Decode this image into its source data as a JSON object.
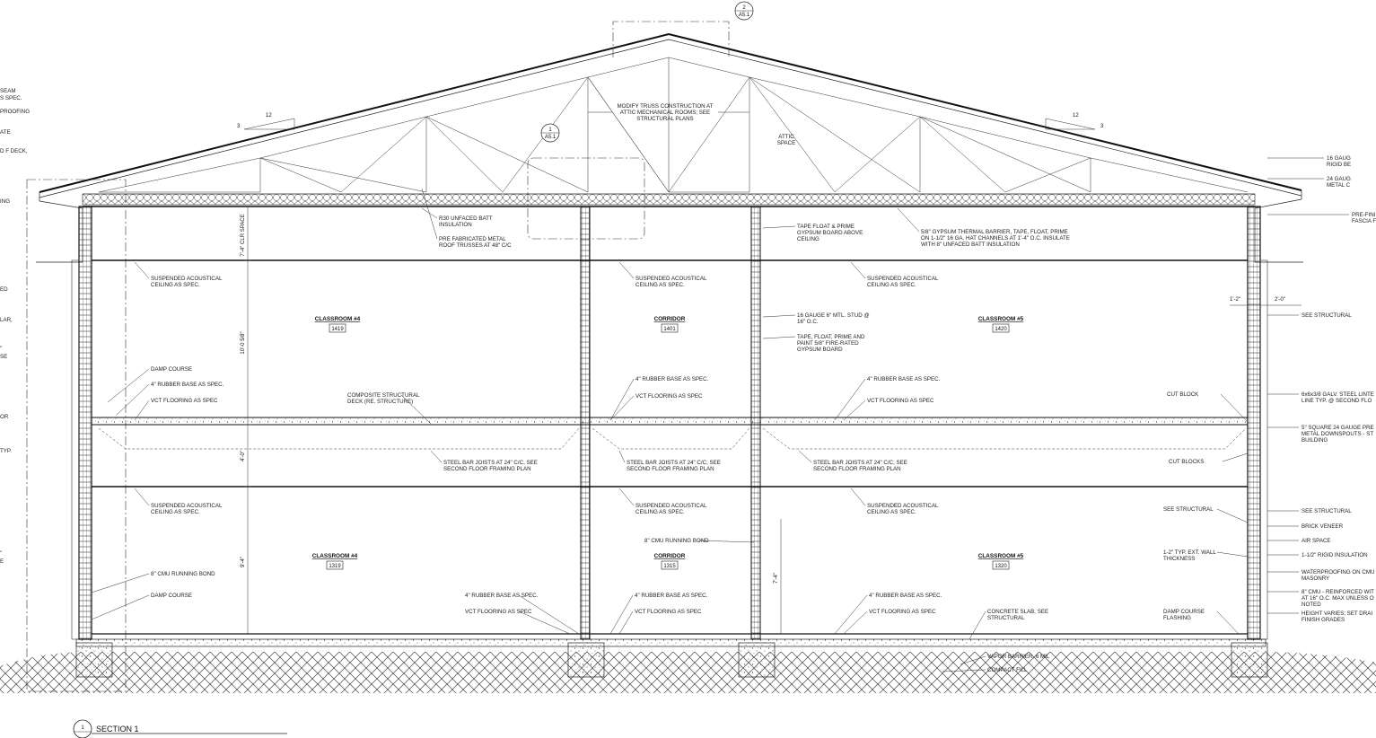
{
  "roof_slope": {
    "rise": "3",
    "run": "12"
  },
  "callouts": {
    "section_top": {
      "num": "2",
      "sheet": "A5.1"
    },
    "section_mid": {
      "num": "1",
      "sheet": "A5.1"
    }
  },
  "rooms": [
    {
      "name": "CLASSROOM #4",
      "number": "1419"
    },
    {
      "name": "CORRIDOR",
      "number": "1401"
    },
    {
      "name": "CLASSROOM #5",
      "number": "1420"
    },
    {
      "name": "CLASSROOM #4",
      "number": "1319"
    },
    {
      "name": "CORRIDOR",
      "number": "1315"
    },
    {
      "name": "CLASSROOM #5",
      "number": "1320"
    }
  ],
  "attic_label": [
    "ATTIC",
    "SPACE"
  ],
  "truss_note": [
    "MODIFY TRUSS CONSTRUCTION AT",
    "ATTIC MECHANICAL ROOMS; SEE",
    "STRUCTURAL PLANS"
  ],
  "notes": [
    [
      "R30 UNFACED BATT",
      "INSULATION"
    ],
    [
      "PRE FABRICATED METAL",
      "ROOF TRUSSES AT 48\" C/C"
    ],
    [
      "TAPE FLOAT & PRIME",
      "GYPSUM BOARD ABOVE",
      "CEILING"
    ],
    [
      "5/8\" GYPSUM THERMAL BARRIER, TAPE, FLOAT, PRIME",
      "ON 1-1/2\" 16 GA. HAT CHANNELS AT 1'-4\" O.C. INSULATE",
      "WITH 8\" UNFACED BATT INSULATION"
    ],
    [
      "SUSPENDED ACOUSTICAL",
      "CEILING AS SPEC."
    ],
    [
      "SUSPENDED ACOUSTICAL",
      "CEILING AS SPEC."
    ],
    [
      "SUSPENDED ACOUSTICAL",
      "CEILING AS SPEC."
    ],
    [
      "16 GAUGE 6\" MTL. STUD @",
      "16\" O.C."
    ],
    [
      "TAPE, FLOAT, PRIME AND",
      "PAINT 5/8\" FIRE-RATED",
      "GYPSUM BOARD"
    ],
    [
      "DAMP COURSE"
    ],
    [
      "4\" RUBBER BASE AS SPEC."
    ],
    [
      "VCT FLOORING AS SPEC"
    ],
    [
      "COMPOSITE STRUCTURAL",
      "DECK (RE. STRUCTURE)"
    ],
    [
      "4\" RUBBER BASE AS SPEC."
    ],
    [
      "VCT FLOORING AS SPEC"
    ],
    [
      "4\" RUBBER BASE AS SPEC."
    ],
    [
      "VCT FLOORING AS SPEC"
    ],
    [
      "CUT BLOCK"
    ],
    [
      "STEEL BAR JOISTS AT 24\" C/C, SEE",
      "SECOND FLOOR FRAMING PLAN"
    ],
    [
      "STEEL BAR JOISTS AT 24\" C/C, SEE",
      "SECOND FLOOR FRAMING PLAN"
    ],
    [
      "STEEL BAR JOISTS AT 24\" C/C, SEE",
      "SECOND FLOOR FRAMING PLAN"
    ],
    [
      "CUT BLOCKS"
    ],
    [
      "SUSPENDED ACOUSTICAL",
      "CEILING AS SPEC."
    ],
    [
      "SUSPENDED ACOUSTICAL",
      "CEILING AS SPEC."
    ],
    [
      "SUSPENDED ACOUSTICAL",
      "CEILING AS SPEC."
    ],
    [
      "SEE STRUCTURAL"
    ],
    [
      "8\" CMU RUNNING BOND"
    ],
    [
      "8\" CMU RUNNING BOND"
    ],
    [
      "1-2\" TYP. EXT. WALL",
      "THICKNESS"
    ],
    [
      "DAMP COURSE"
    ],
    [
      "4\" RUBBER BASE AS SPEC."
    ],
    [
      "VCT FLOORING AS SPEC"
    ],
    [
      "4\" RUBBER BASE AS SPEC."
    ],
    [
      "VCT FLOORING AS SPEC"
    ],
    [
      "4\" RUBBER BASE AS SPEC."
    ],
    [
      "VCT FLOORING AS SPEC"
    ],
    [
      "CONCRETE SLAB, SEE",
      "STRUCTURAL"
    ],
    [
      "DAMP COURSE",
      "FLASHING"
    ],
    [
      "VAPOR BARRIER, 6 MIL"
    ],
    [
      "COMPACT FILL"
    ]
  ],
  "right_notes": [
    [
      "16 GAUG",
      "RIGID BE"
    ],
    [
      "24 GAUG",
      "METAL C"
    ],
    [
      "PRE-FINI",
      "FASCIA F"
    ],
    [
      "SEE STRUCTURAL"
    ],
    [
      "6x6x3/8 GALV. STEEL LINTE",
      "LINE TYP. @ SECOND FLO"
    ],
    [
      "5\" SQUARE 24 GAUGE PRE",
      "METAL DOWNSPOUTS - ST",
      "BUILDING"
    ],
    [
      "SEE STRUCTURAL"
    ],
    [
      "BRICK VENEER"
    ],
    [
      "AIR SPACE"
    ],
    [
      "1-1/2\" RIGID INSULATION"
    ],
    [
      "WATERPROOFING ON CMU",
      "MASONRY"
    ],
    [
      "8\" CMU - REINFORCED WIT",
      "AT 16\" O.C. MAX UNLESS O",
      "NOTED"
    ],
    [
      "HEIGHT VARIES; SET DRAI",
      "FINISH GRADES"
    ]
  ],
  "left_notes": [
    "SEAM",
    "S SPEC.",
    "PROOFING",
    "ATE",
    "D F DECK,",
    "ING",
    "ED",
    "LAR,",
    "\"",
    "SE",
    "OR",
    "TYP.",
    "\"",
    "E"
  ],
  "dimensions": {
    "attic": "7'-4\" CLR SPACE",
    "upper": "10'-0 5/8\"",
    "floor": "4'-0\"",
    "lower": "9'-4\"",
    "corridor": "7'-4\"",
    "overhang_a": "1'-2\"",
    "overhang_b": "2'-0\""
  },
  "title": {
    "number": "1",
    "text": "SECTION 1"
  }
}
